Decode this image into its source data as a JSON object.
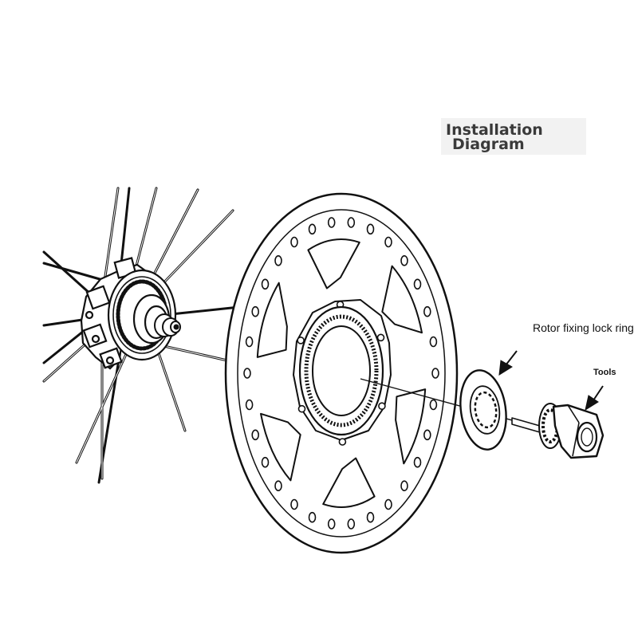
{
  "title": {
    "line1": "Installation",
    "line2": "Diagram"
  },
  "callouts": {
    "lock_ring": "Rotor fixing lock ring",
    "tools": "Tools"
  }
}
